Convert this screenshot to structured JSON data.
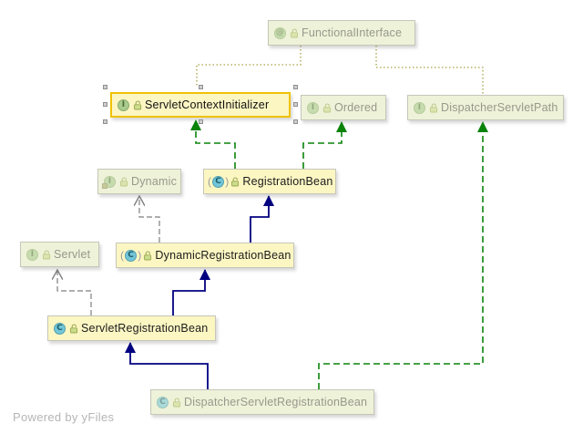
{
  "watermark": {
    "text": "Powered by yFiles"
  },
  "icons": {
    "interface": "I",
    "class": "C",
    "annotation": "@",
    "abstract_open": "(",
    "abstract_close": ")",
    "lock": "open-lock"
  },
  "colors": {
    "extends_edge": "#000080",
    "implements_edge": "#0a830a",
    "annotation_edge": "#a8a240",
    "interface_extends_edge": "#7f7f7f",
    "selection_border": "#f0c203",
    "node_bright_bg": "#fcf6c3",
    "node_faded_bg": "#eef2d8"
  },
  "nodes": [
    {
      "label": "FunctionalInterface",
      "kind": "annotation",
      "muted": true,
      "selected": false
    },
    {
      "label": "ServletContextInitializer",
      "kind": "interface",
      "muted": false,
      "selected": true
    },
    {
      "label": "Ordered",
      "kind": "interface",
      "muted": true,
      "selected": false
    },
    {
      "label": "DispatcherServletPath",
      "kind": "interface",
      "muted": true,
      "selected": false
    },
    {
      "label": "Dynamic",
      "kind": "inner-interface",
      "muted": true,
      "selected": false
    },
    {
      "label": "RegistrationBean",
      "kind": "abstract-class",
      "muted": false,
      "selected": false
    },
    {
      "label": "Servlet",
      "kind": "interface",
      "muted": true,
      "selected": false
    },
    {
      "label": "DynamicRegistrationBean",
      "kind": "abstract-class",
      "muted": false,
      "selected": false
    },
    {
      "label": "ServletRegistrationBean",
      "kind": "class",
      "muted": false,
      "selected": false
    },
    {
      "label": "DispatcherServletRegistrationBean",
      "kind": "class",
      "muted": true,
      "selected": false
    }
  ],
  "edges": [
    {
      "from": "ServletContextInitializer",
      "to": "FunctionalInterface",
      "type": "annotated-with"
    },
    {
      "from": "DispatcherServletPath",
      "to": "FunctionalInterface",
      "type": "annotated-with"
    },
    {
      "from": "RegistrationBean",
      "to": "ServletContextInitializer",
      "type": "implements"
    },
    {
      "from": "RegistrationBean",
      "to": "Ordered",
      "type": "implements"
    },
    {
      "from": "DynamicRegistrationBean",
      "to": "Dynamic",
      "type": "implements"
    },
    {
      "from": "DynamicRegistrationBean",
      "to": "RegistrationBean",
      "type": "extends"
    },
    {
      "from": "ServletRegistrationBean",
      "to": "Servlet",
      "type": "implements"
    },
    {
      "from": "ServletRegistrationBean",
      "to": "DynamicRegistrationBean",
      "type": "extends"
    },
    {
      "from": "DispatcherServletRegistrationBean",
      "to": "ServletRegistrationBean",
      "type": "extends"
    },
    {
      "from": "DispatcherServletRegistrationBean",
      "to": "DispatcherServletPath",
      "type": "implements"
    }
  ]
}
